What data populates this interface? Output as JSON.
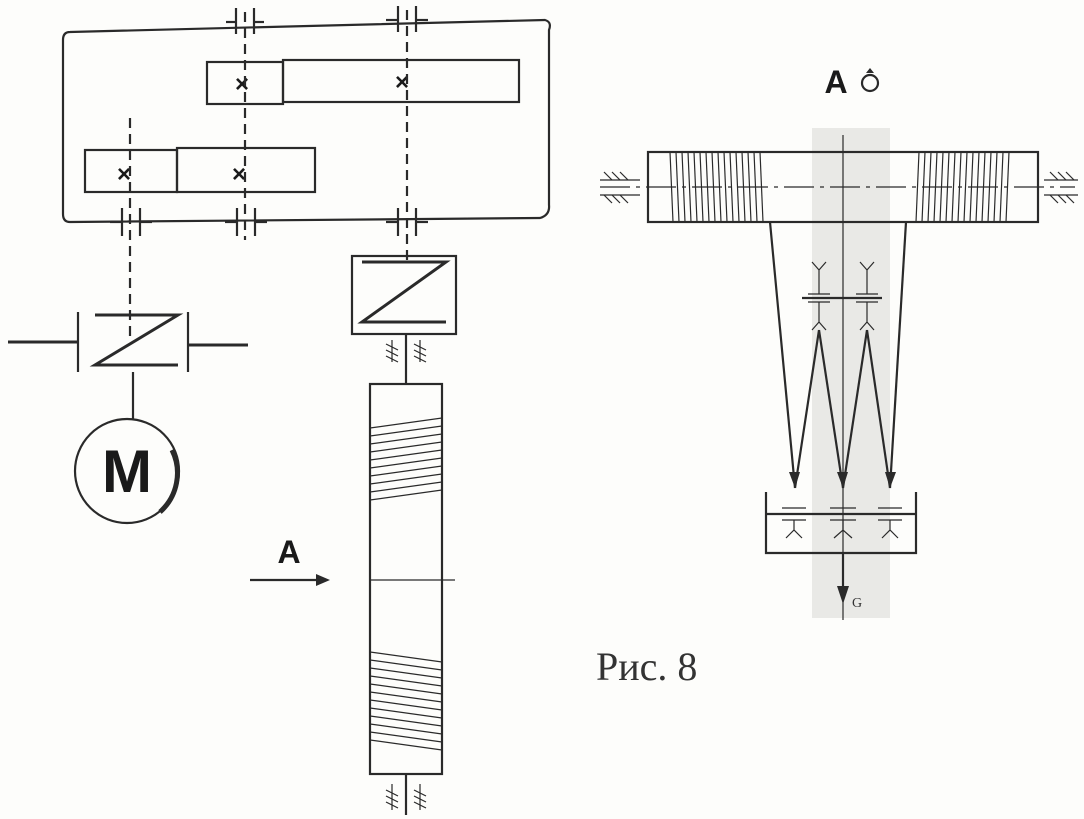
{
  "labels": {
    "motor": "M",
    "view_arrow": "A",
    "view_title": "A",
    "load": "G",
    "caption": "Рис. 8"
  },
  "colors": {
    "ink": "#2a2a2a",
    "paper": "#fdfdfb",
    "shade": "#e9e9e6"
  }
}
